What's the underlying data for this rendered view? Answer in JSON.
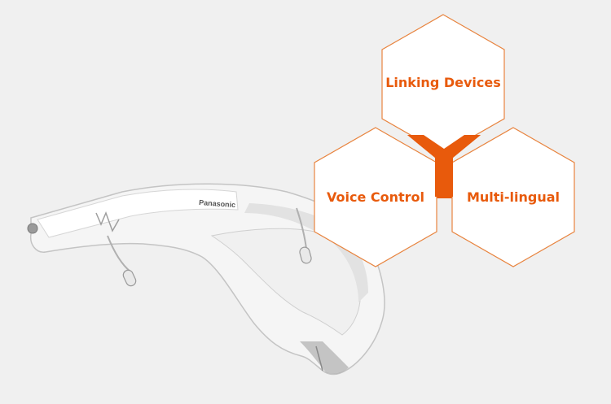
{
  "product": {
    "brand_text": "Panasonic"
  },
  "features": {
    "top": "Linking Devices",
    "left": "Voice Control",
    "right": "Multi-lingual"
  },
  "colors": {
    "accent": "#e85a0c",
    "background": "#f0f0f0",
    "hex_fill": "#ffffff",
    "device_body": "#f4f4f4",
    "device_shadow": "#c9c9c9",
    "device_dark": "#8e8e8e"
  }
}
